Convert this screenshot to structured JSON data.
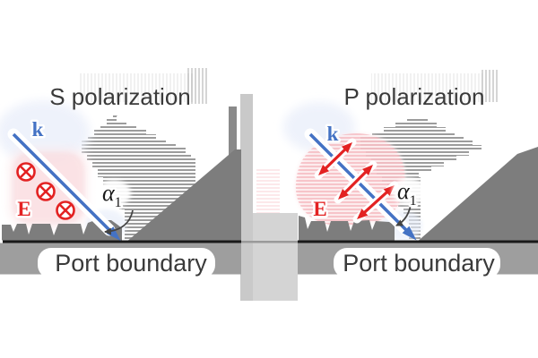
{
  "figure": {
    "panels": [
      {
        "id": "s-polarization",
        "title": "S polarization",
        "wave_vector_label": "k",
        "e_field_label": "E",
        "angle_symbol": "α",
        "angle_subscript": "1",
        "boundary_label": "Port boundary"
      },
      {
        "id": "p-polarization",
        "title": "P polarization",
        "wave_vector_label": "k",
        "e_field_label": "E",
        "angle_symbol": "α",
        "angle_subscript": "1",
        "boundary_label": "Port boundary"
      }
    ],
    "colors": {
      "wave_vector_blue": "#4472c4",
      "e_field_red": "#e32222",
      "solid_gray": "#7d7d7d",
      "band_gray": "#9e9e9e",
      "stripe_gray": "#a3a3a3",
      "gap_gray": "#d0d0d0",
      "blob_blue": "#e9effa",
      "blob_pink": "#f8cbd0",
      "text_dark": "#3a3a3a",
      "line_black": "#1a1a1a"
    }
  }
}
